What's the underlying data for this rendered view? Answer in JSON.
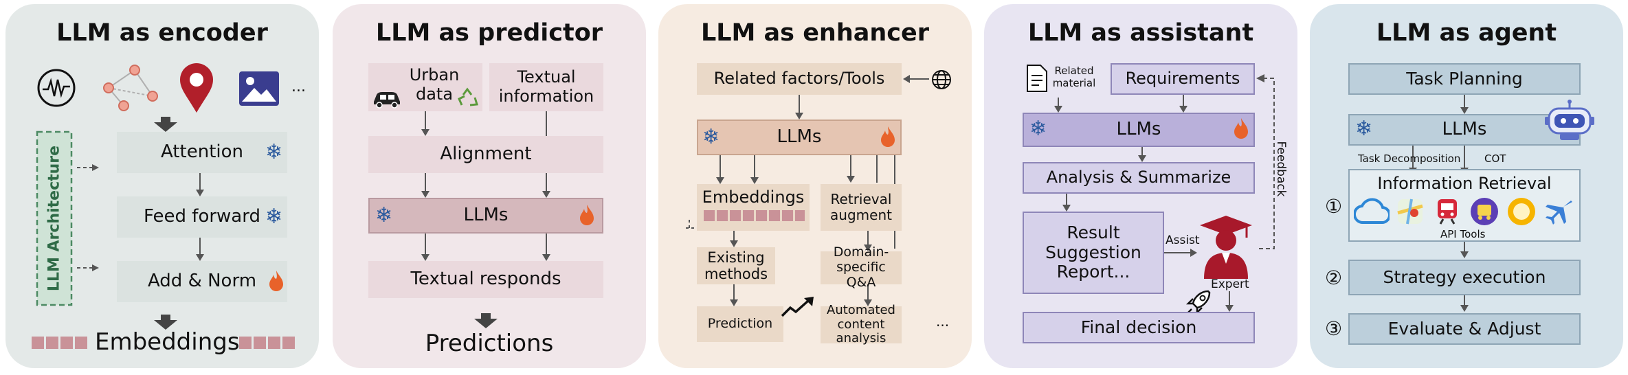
{
  "encoder": {
    "title": "LLM as encoder",
    "more": "...",
    "arch_label": "LLM Architecture",
    "attention": "Attention",
    "feed_forward": "Feed forward",
    "add_norm": "Add & Norm",
    "output": "Embeddings"
  },
  "predictor": {
    "title": "LLM as predictor",
    "urban_data": "Urban data",
    "textual_information": "Textual information",
    "alignment": "Alignment",
    "llms": "LLMs",
    "textual_responds": "Textual responds",
    "output": "Predictions"
  },
  "enhancer": {
    "title": "LLM as enhancer",
    "factors": "Related factors/Tools",
    "llms": "LLMs",
    "embeddings": "Embeddings",
    "retrieval": "Retrieval augment",
    "existing": "Existing methods",
    "domain_qa": "Domain-specific Q&A",
    "prediction": "Prediction",
    "automated": "Automated content analysis",
    "more": "..."
  },
  "assistant": {
    "title": "LLM as assistant",
    "related_material": "Related material",
    "requirements": "Requirements",
    "llms": "LLMs",
    "analysis": "Analysis & Summarize",
    "result": "Result Suggestion Report...",
    "assist": "Assist",
    "expert": "Expert",
    "feedback": "Feedback",
    "final": "Final decision"
  },
  "agent": {
    "title": "LLM as agent",
    "task_planning": "Task Planning",
    "llms": "LLMs",
    "task_decomposition": "Task Decomposition",
    "cot": "COT",
    "info_retrieval": "Information Retrieval",
    "api_tools": "API Tools",
    "strategy": "Strategy execution",
    "evaluate": "Evaluate & Adjust",
    "step1": "①",
    "step2": "②",
    "step3": "③"
  },
  "colors": {
    "encoder_bg": "#e4e9e8",
    "predictor_bg": "#f1e7ea",
    "enhancer_bg": "#f6ebe1",
    "assistant_bg": "#e8e5f2",
    "agent_bg": "#d9e5ec",
    "snowflake": "#2b5a9e",
    "fire": "#e8622a"
  }
}
